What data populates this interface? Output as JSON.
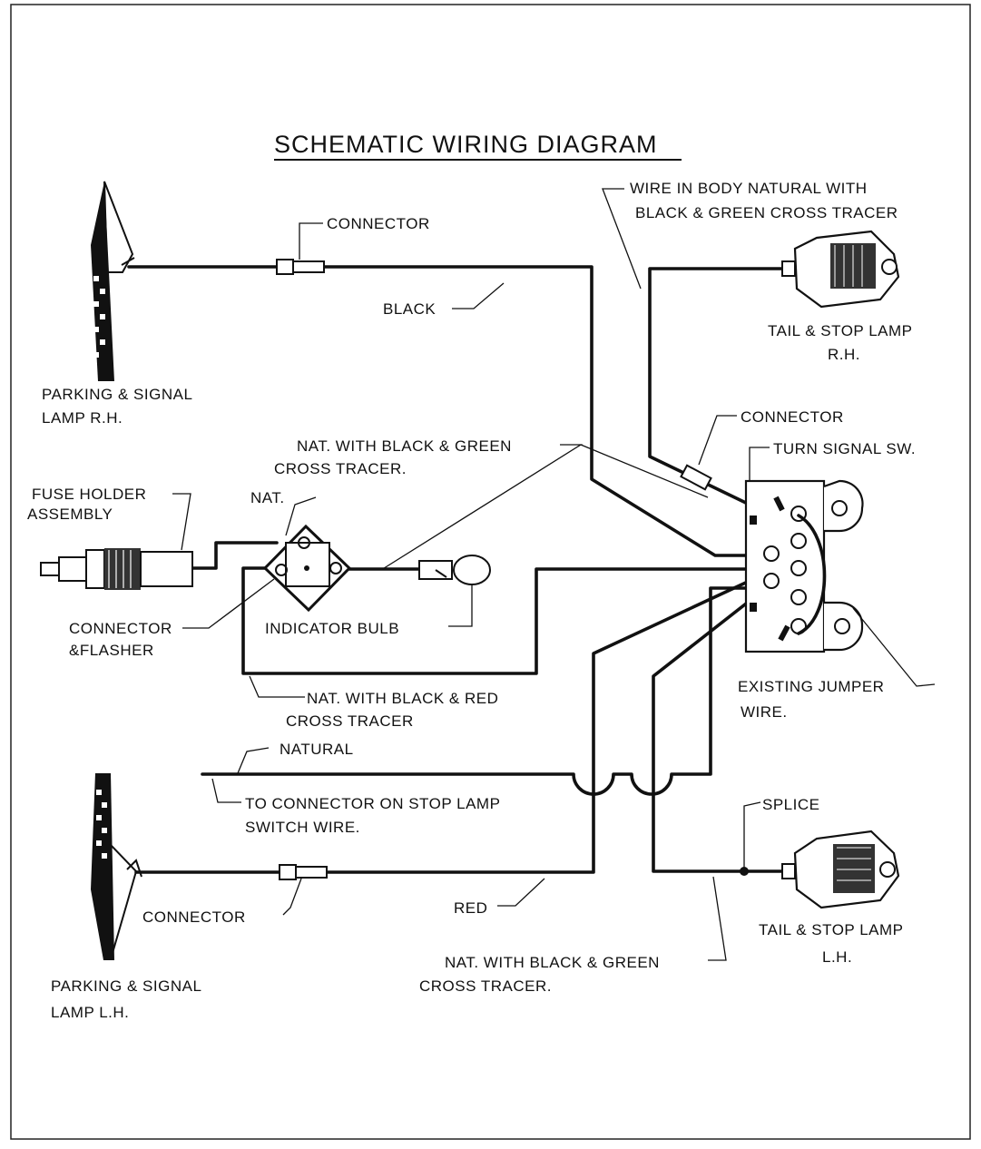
{
  "title": "SCHEMATIC  WIRING  DIAGRAM",
  "labels": {
    "parking_rh_1": "PARKING & SIGNAL",
    "parking_rh_2": "LAMP R.H.",
    "connector_top": "CONNECTOR",
    "black": "BLACK",
    "wire_in_body_1": "WIRE IN BODY NATURAL WITH",
    "wire_in_body_2": "BLACK & GREEN CROSS TRACER",
    "tail_rh_1": "TAIL & STOP LAMP",
    "tail_rh_2": "R.H.",
    "connector_right": "CONNECTOR",
    "turn_signal_sw": "TURN SIGNAL SW.",
    "nat_bg_1": "NAT. WITH BLACK & GREEN",
    "nat_bg_2": "CROSS TRACER.",
    "fuse_1": "FUSE HOLDER",
    "fuse_2": "ASSEMBLY",
    "nat": "NAT.",
    "connector_flasher_1": "CONNECTOR",
    "connector_flasher_2": "&FLASHER",
    "indicator_bulb": "INDICATOR  BULB",
    "nat_br_1": "NAT. WITH BLACK & RED",
    "nat_br_2": "CROSS TRACER",
    "existing_jumper_1": "EXISTING JUMPER",
    "existing_jumper_2": "WIRE.",
    "natural": "NATURAL",
    "to_connector_1": "TO CONNECTOR ON STOP LAMP",
    "to_connector_2": "SWITCH WIRE.",
    "splice": "SPLICE",
    "connector_bottom": "CONNECTOR",
    "red": "RED",
    "tail_lh_1": "TAIL & STOP LAMP",
    "tail_lh_2": "L.H.",
    "nat_bg_bottom_1": "NAT. WITH BLACK & GREEN",
    "nat_bg_bottom_2": "CROSS TRACER.",
    "parking_lh_1": "PARKING & SIGNAL",
    "parking_lh_2": "LAMP L.H."
  }
}
